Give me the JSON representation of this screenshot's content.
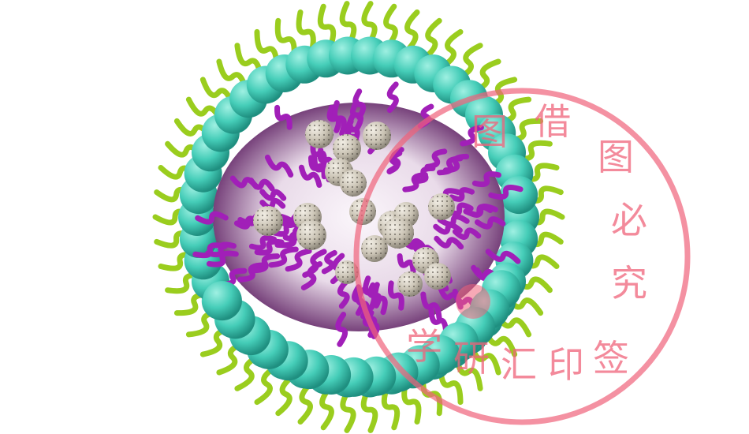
{
  "image": {
    "subject": "lipid-nanoparticle-cutaway",
    "colors": {
      "background": "#ffffff",
      "outer_tail": "#9acd1e",
      "head_sphere": "#45cdb8",
      "inner_tail": "#a11fb8",
      "cargo_sphere": "#c9c2b3",
      "stamp": "#f0637a"
    }
  },
  "stamp": {
    "characters": [
      "图",
      "借",
      "图",
      "必",
      "究",
      "学",
      "研",
      "汇",
      "印",
      "签"
    ]
  }
}
